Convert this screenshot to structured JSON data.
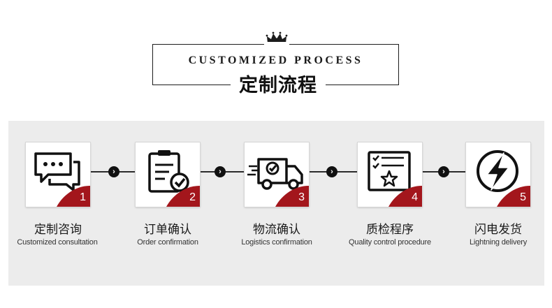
{
  "header": {
    "title_en": "CUSTOMIZED PROCESS",
    "title_cn": "定制流程"
  },
  "colors": {
    "accent": "#a3161c",
    "dark": "#1c1c1c",
    "panel": "#ececec"
  },
  "arrow_glyph": "›",
  "steps": [
    {
      "number": "1",
      "title_cn": "定制咨询",
      "title_en": "Customized consultation",
      "icon": "chat-bubbles-icon"
    },
    {
      "number": "2",
      "title_cn": "订单确认",
      "title_en": "Order confirmation",
      "icon": "clipboard-check-icon"
    },
    {
      "number": "3",
      "title_cn": "物流确认",
      "title_en": "Logistics confirmation",
      "icon": "delivery-truck-icon"
    },
    {
      "number": "4",
      "title_cn": "质检程序",
      "title_en": "Quality control procedure",
      "icon": "checklist-star-icon"
    },
    {
      "number": "5",
      "title_cn": "闪电发货",
      "title_en": "Lightning delivery",
      "icon": "lightning-icon"
    }
  ]
}
